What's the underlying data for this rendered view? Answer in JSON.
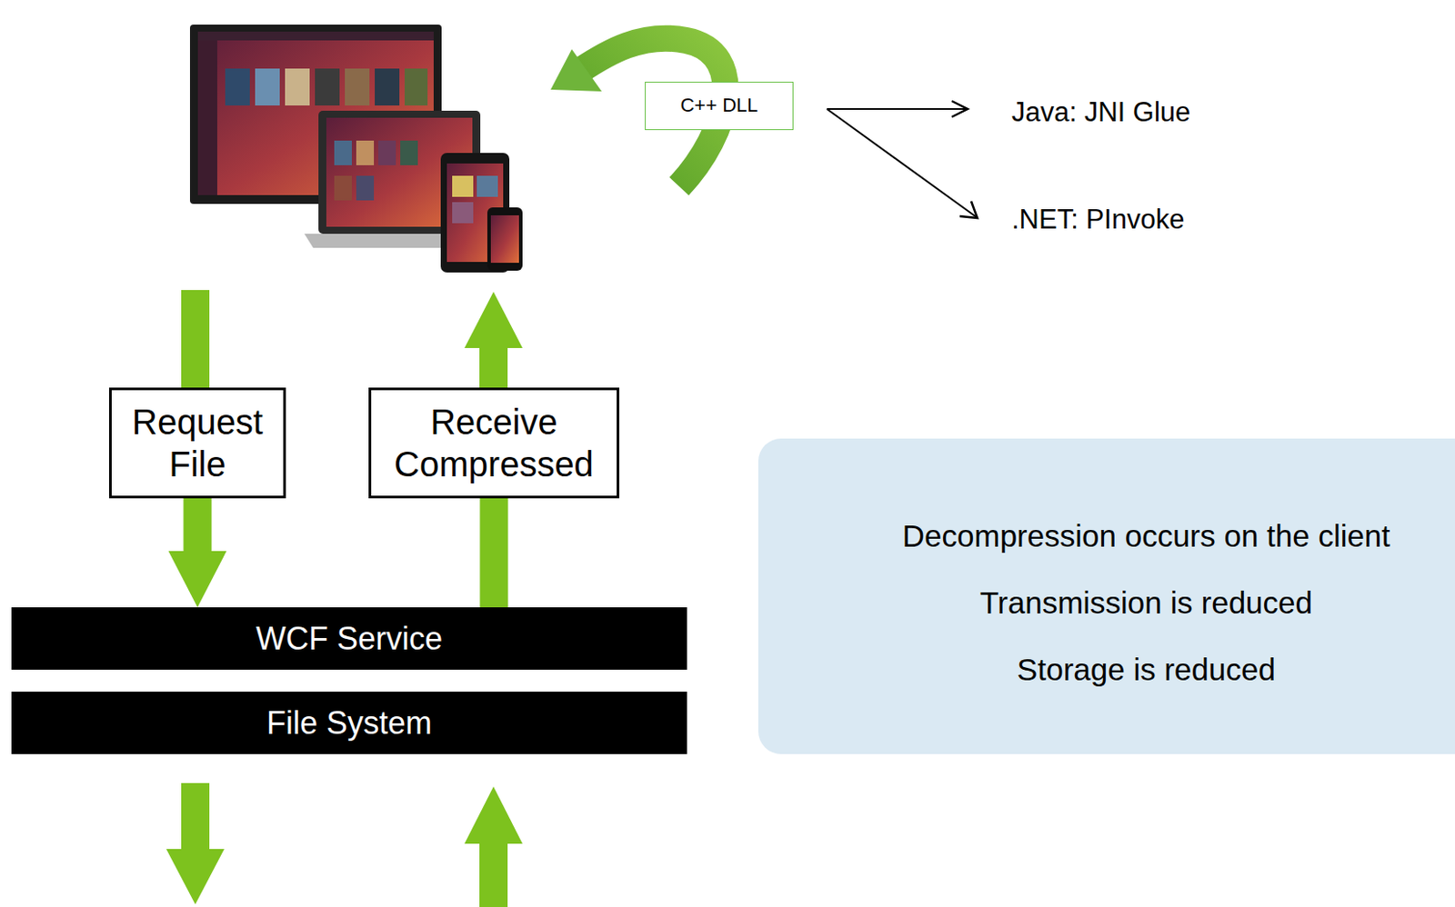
{
  "diagram": {
    "nodes": [
      {
        "text": [
          "C++ DLL"
        ]
      },
      {
        "text": [
          "Request File"
        ]
      },
      {
        "text": [
          "Receive Compressed"
        ]
      },
      {
        "text": [
          "WCF Service"
        ]
      },
      {
        "text": [
          "File System"
        ]
      },
      {
        "text": [
          "Decompression occurs on the client",
          "Transmission is reduced",
          "Storage is reduced"
        ]
      }
    ],
    "edges": [
      {
        "from": 1,
        "to": 3,
        "arrow": "to"
      },
      {
        "from": 3,
        "to": 2,
        "arrow": "none"
      }
    ],
    "labels": [
      "Java: JNI Glue",
      ".NET: PInvoke"
    ]
  }
}
